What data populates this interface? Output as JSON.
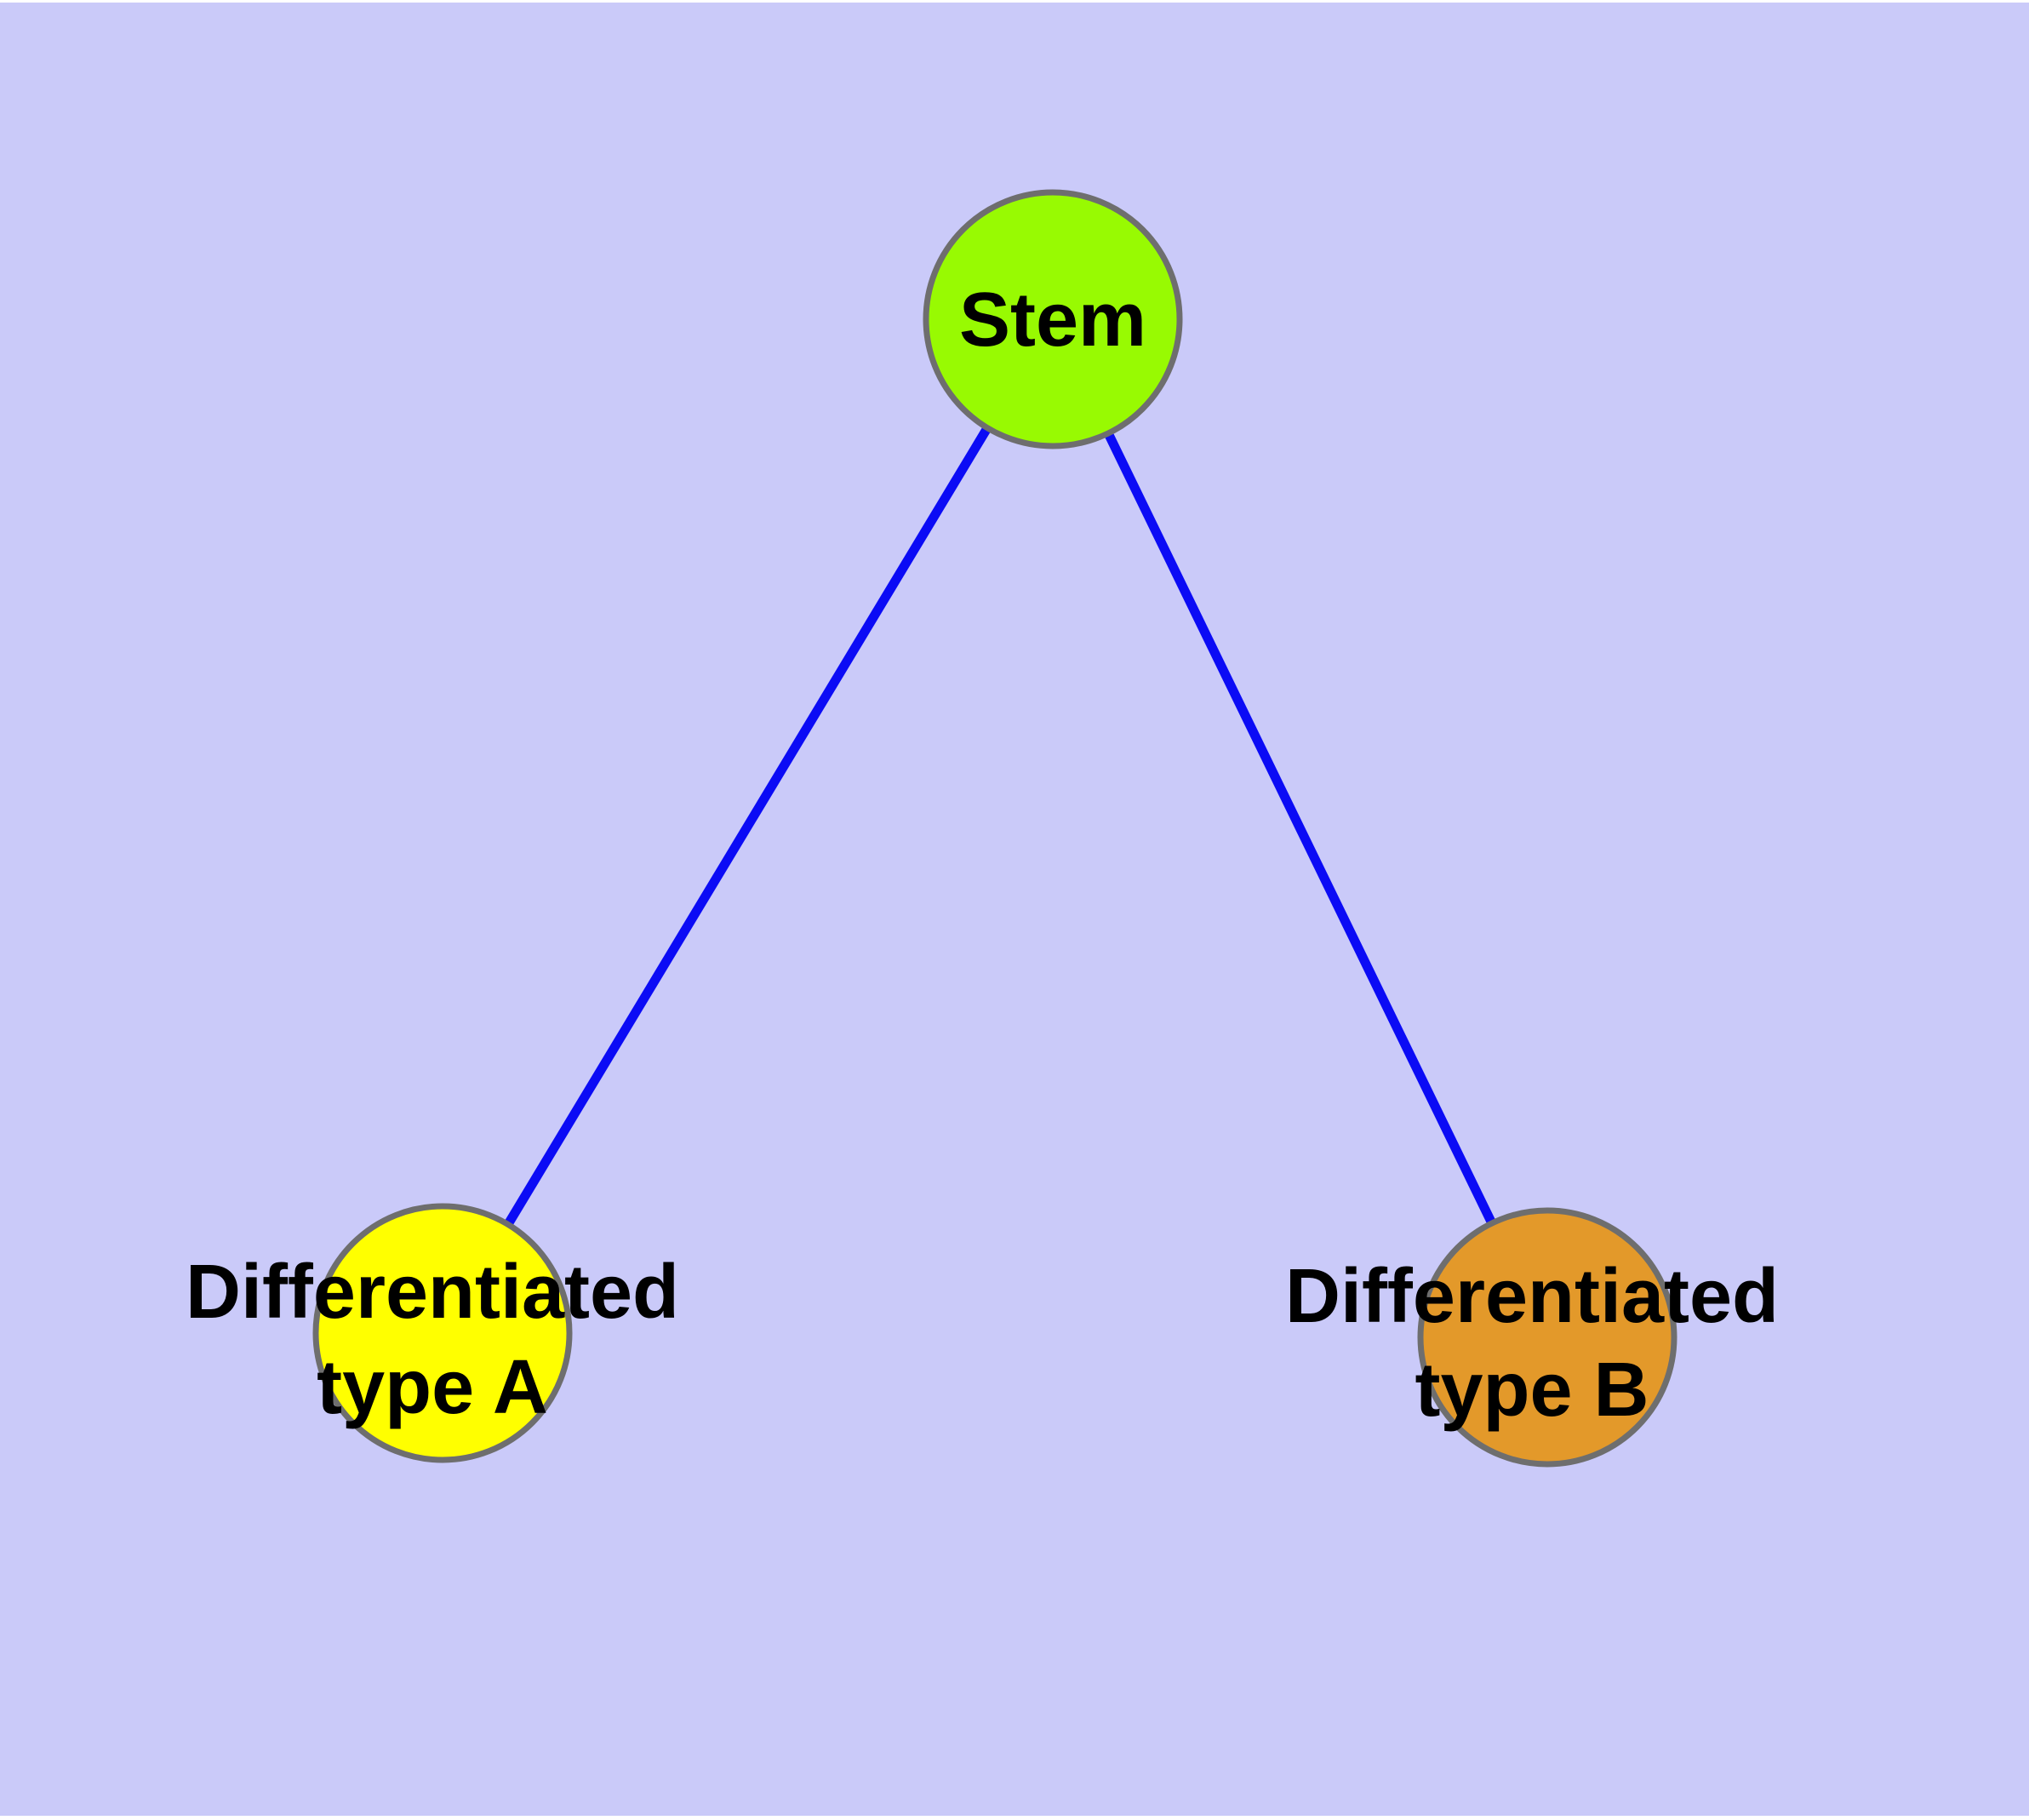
{
  "canvas": {
    "background": "#cacaf9",
    "frame": "#ffffff"
  },
  "graph": {
    "edge_color": "#0b0bf5",
    "node_border_color": "#6e6e6e",
    "label_color": "#000000",
    "nodes": [
      {
        "id": "stem",
        "label": "Stem",
        "lines": [
          "Stem"
        ],
        "fill": "#98fa02"
      },
      {
        "id": "differentiated-type-a",
        "label": "Differentiated type A",
        "lines": [
          "Differentiated",
          "type A"
        ],
        "fill": "#ffff00"
      },
      {
        "id": "differentiated-type-b",
        "label": "Differentiated type B",
        "lines": [
          "Differentiated",
          "type B"
        ],
        "fill": "#e3992a"
      }
    ],
    "edges": [
      {
        "from": "stem",
        "to": "differentiated-type-a"
      },
      {
        "from": "stem",
        "to": "differentiated-type-b"
      }
    ]
  }
}
